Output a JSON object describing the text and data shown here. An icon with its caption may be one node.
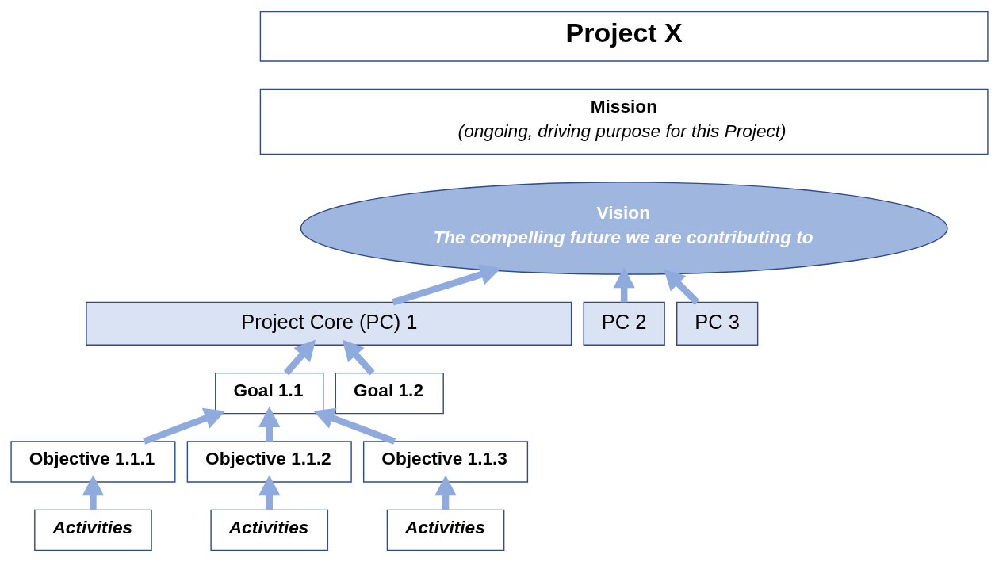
{
  "diagram": {
    "nodes": [
      {
        "text": [
          "Project X"
        ]
      },
      {
        "text": [
          "Mission",
          "(ongoing, driving purpose for this Project)"
        ]
      },
      {
        "text": [
          "Vision",
          "The compelling future we are contributing to"
        ]
      },
      {
        "text": [
          "Project Core (PC) 1"
        ]
      },
      {
        "text": [
          "PC 2"
        ]
      },
      {
        "text": [
          "PC 3"
        ]
      },
      {
        "text": [
          "Goal 1.1"
        ]
      },
      {
        "text": [
          "Goal 1.2"
        ]
      },
      {
        "text": [
          "Objective 1.1.1"
        ]
      },
      {
        "text": [
          "Objective 1.1.2"
        ]
      },
      {
        "text": [
          "Objective 1.1.3"
        ]
      },
      {
        "text": [
          "Activities"
        ]
      },
      {
        "text": [
          "Activities"
        ]
      },
      {
        "text": [
          "Activities"
        ]
      }
    ],
    "edges": [
      {
        "from": 3,
        "to": 2,
        "arrow": "to"
      },
      {
        "from": 4,
        "to": 2,
        "arrow": "to"
      },
      {
        "from": 5,
        "to": 2,
        "arrow": "to"
      },
      {
        "from": 6,
        "to": 3,
        "arrow": "to"
      },
      {
        "from": 7,
        "to": 3,
        "arrow": "to"
      },
      {
        "from": 8,
        "to": 6,
        "arrow": "to"
      },
      {
        "from": 9,
        "to": 6,
        "arrow": "to"
      },
      {
        "from": 10,
        "to": 6,
        "arrow": "to"
      },
      {
        "from": 11,
        "to": 8,
        "arrow": "to"
      },
      {
        "from": 12,
        "to": 9,
        "arrow": "to"
      },
      {
        "from": 13,
        "to": 10,
        "arrow": "to"
      }
    ]
  }
}
